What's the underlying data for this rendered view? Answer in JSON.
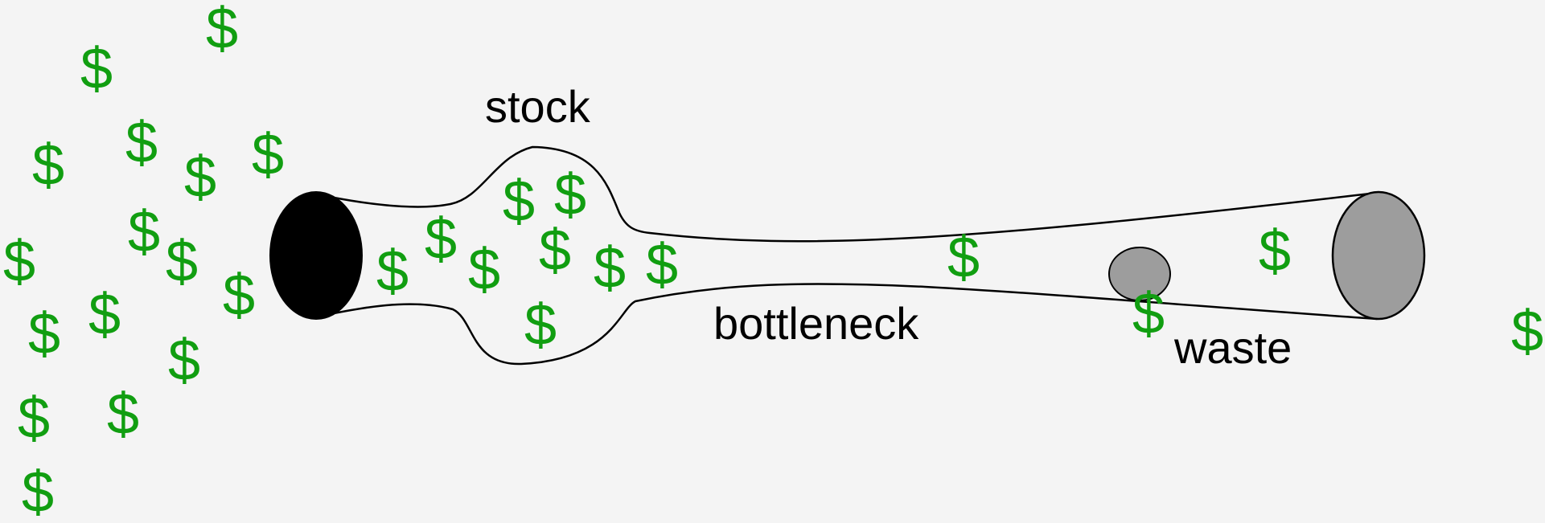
{
  "colors": {
    "background": "#f4f4f4",
    "money": "#119e11",
    "inlet": "#000000",
    "outlet": "#9d9d9d",
    "leak": "#9d9d9d",
    "outline": "#000000"
  },
  "labels": {
    "stock": "stock",
    "bottleneck": "bottleneck",
    "waste": "waste"
  },
  "symbols": {
    "money": "$"
  }
}
